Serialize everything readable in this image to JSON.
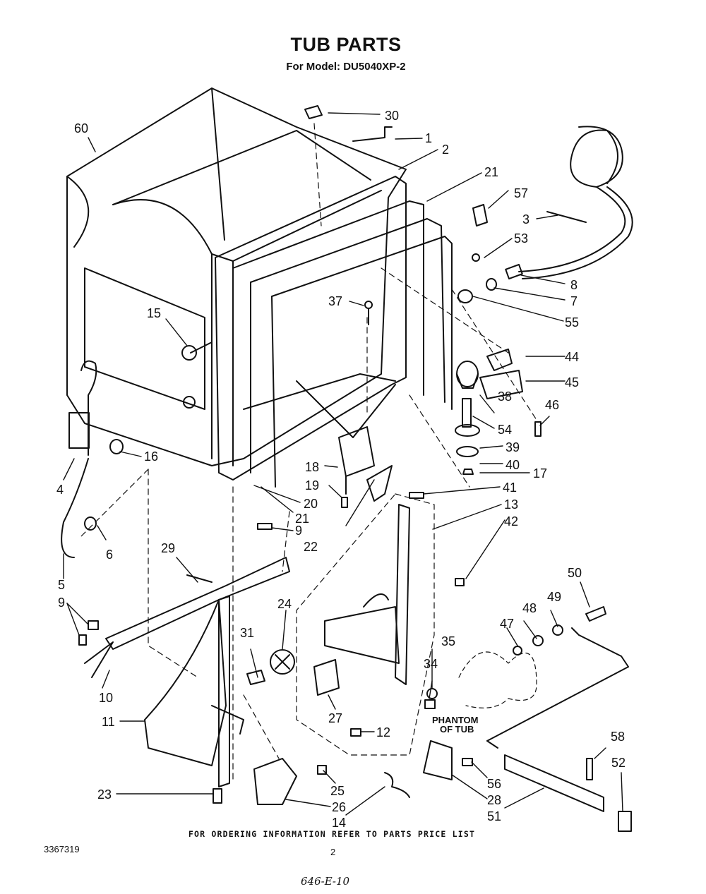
{
  "header": {
    "title": "TUB PARTS",
    "subtitle": "For Model: DU5040XP-2"
  },
  "callouts": [
    {
      "id": "c60",
      "text": "60"
    },
    {
      "id": "c30",
      "text": "30"
    },
    {
      "id": "c1",
      "text": "1"
    },
    {
      "id": "c2",
      "text": "2"
    },
    {
      "id": "c21a",
      "text": "21"
    },
    {
      "id": "c57",
      "text": "57"
    },
    {
      "id": "c3",
      "text": "3"
    },
    {
      "id": "c53",
      "text": "53"
    },
    {
      "id": "c8",
      "text": "8"
    },
    {
      "id": "c7",
      "text": "7"
    },
    {
      "id": "c55",
      "text": "55"
    },
    {
      "id": "c37",
      "text": "37"
    },
    {
      "id": "c15",
      "text": "15"
    },
    {
      "id": "c44",
      "text": "44"
    },
    {
      "id": "c45",
      "text": "45"
    },
    {
      "id": "c38",
      "text": "38"
    },
    {
      "id": "c46",
      "text": "46"
    },
    {
      "id": "c54",
      "text": "54"
    },
    {
      "id": "c39",
      "text": "39"
    },
    {
      "id": "c40",
      "text": "40"
    },
    {
      "id": "c17",
      "text": "17"
    },
    {
      "id": "c16",
      "text": "16"
    },
    {
      "id": "c18",
      "text": "18"
    },
    {
      "id": "c19",
      "text": "19"
    },
    {
      "id": "c41",
      "text": "41"
    },
    {
      "id": "c4",
      "text": "4"
    },
    {
      "id": "c20",
      "text": "20"
    },
    {
      "id": "c13",
      "text": "13"
    },
    {
      "id": "c21b",
      "text": "21"
    },
    {
      "id": "c42",
      "text": "42"
    },
    {
      "id": "c9a",
      "text": "9"
    },
    {
      "id": "c22",
      "text": "22"
    },
    {
      "id": "c6",
      "text": "6"
    },
    {
      "id": "c5",
      "text": "5"
    },
    {
      "id": "c29",
      "text": "29"
    },
    {
      "id": "c50",
      "text": "50"
    },
    {
      "id": "c9b",
      "text": "9"
    },
    {
      "id": "c24",
      "text": "24"
    },
    {
      "id": "c48",
      "text": "48"
    },
    {
      "id": "c49",
      "text": "49"
    },
    {
      "id": "c47",
      "text": "47"
    },
    {
      "id": "c31",
      "text": "31"
    },
    {
      "id": "c35",
      "text": "35"
    },
    {
      "id": "c10",
      "text": "10"
    },
    {
      "id": "c34",
      "text": "34"
    },
    {
      "id": "c27",
      "text": "27"
    },
    {
      "id": "c11",
      "text": "11"
    },
    {
      "id": "c12",
      "text": "12"
    },
    {
      "id": "c58",
      "text": "58"
    },
    {
      "id": "c52",
      "text": "52"
    },
    {
      "id": "c25",
      "text": "25"
    },
    {
      "id": "c56",
      "text": "56"
    },
    {
      "id": "c23",
      "text": "23"
    },
    {
      "id": "c26",
      "text": "26"
    },
    {
      "id": "c28",
      "text": "28"
    },
    {
      "id": "c51",
      "text": "51"
    },
    {
      "id": "c14",
      "text": "14"
    }
  ],
  "phantom": {
    "line1": "PHANTOM",
    "line2": "OF TUB"
  },
  "footer": {
    "ordering": "FOR ORDERING INFORMATION REFER TO PARTS PRICE LIST",
    "doc_number": "3367319",
    "page": "2",
    "handwritten": "646-E-10"
  }
}
